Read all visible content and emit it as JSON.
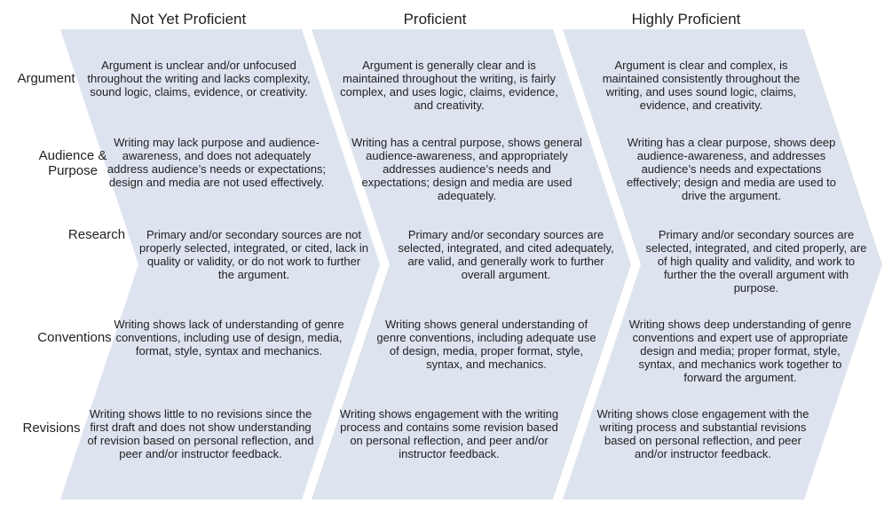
{
  "columns": [
    "Not Yet Proficient",
    "Proficient",
    "Highly Proficient"
  ],
  "rows": [
    {
      "label": "Argument",
      "cells": [
        "Argument is unclear and/or unfocused throughout the writing and lacks complexity, sound logic, claims, evidence, or creativity.",
        "Argument is generally clear and is maintained throughout the writing, is fairly complex, and uses logic, claims, evidence, and creativity.",
        "Argument is clear and complex, is maintained consistently throughout the writing, and uses sound logic, claims, evidence, and creativity."
      ]
    },
    {
      "label": "Audience & Purpose",
      "cells": [
        "Writing may lack purpose and audience-awareness, and does not adequately address audience’s needs or expectations; design and media are not used effectively.",
        "Writing has a central purpose, shows general audience-awareness, and appropriately addresses audience’s needs and expectations; design and media are used adequately.",
        "Writing has a clear purpose, shows deep audience-awareness, and addresses audience’s needs and expectations effectively; design and media are used to drive the argument."
      ]
    },
    {
      "label": "Research",
      "cells": [
        "Primary and/or secondary sources are not properly selected, integrated, or cited, lack in quality or validity, or do not work to further the argument.",
        "Primary and/or secondary sources are selected, integrated, and cited adequately, are valid, and generally work to further overall argument.",
        "Primary and/or secondary sources are selected, integrated, and cited properly, are of high quality and validity, and work to further the the overall argument with purpose."
      ]
    },
    {
      "label": "Conventions",
      "cells": [
        "Writing shows lack of understanding of genre conventions, including use of design, media, format, style, syntax and mechanics.",
        "Writing shows general understanding of genre conventions, including adequate use of design, media, proper format, style, syntax, and mechanics.",
        "Writing shows deep understanding of genre conventions and expert use of appropriate design and media; proper format, style, syntax, and mechanics work together to forward the argument."
      ]
    },
    {
      "label": "Revisions",
      "cells": [
        "Writing shows little to no revisions since the first draft and does not show understanding of revision based on personal reflection, and peer and/or instructor feedback.",
        "Writing shows engagement with the writing process and contains some revision based on personal reflection, and peer and/or instructor feedback.",
        "Writing shows close engagement with the writing process and substantial revisions based on personal reflection, and peer and/or instructor feedback."
      ]
    }
  ],
  "colors": {
    "chevron": "#dde3ef",
    "text": "#222222"
  }
}
